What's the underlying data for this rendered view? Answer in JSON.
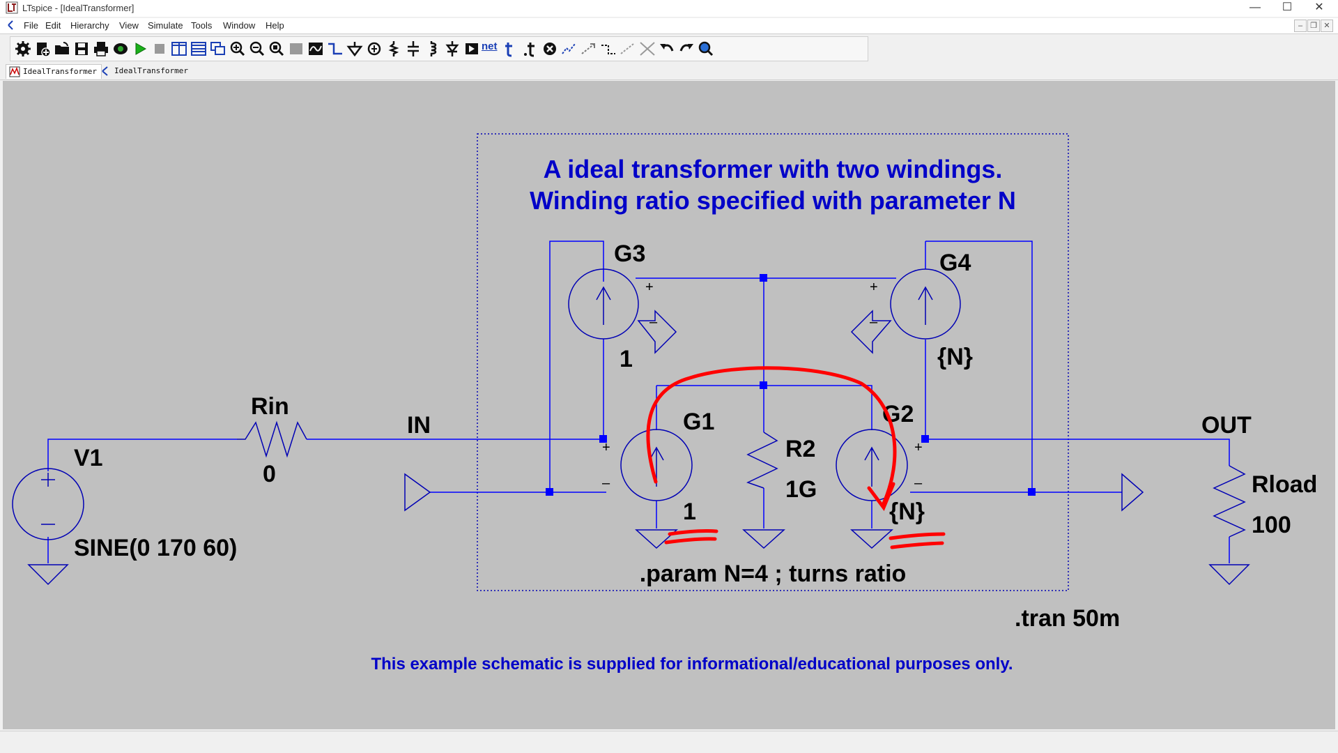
{
  "window": {
    "title": "LTspice - [IdealTransformer]",
    "minimize": "—",
    "maximize": "☐",
    "close": "✕"
  },
  "menu": {
    "items": [
      "File",
      "Edit",
      "Hierarchy",
      "View",
      "Simulate",
      "Tools",
      "Window",
      "Help"
    ],
    "mdi_minimize": "–",
    "mdi_restore": "❐",
    "mdi_close": "✕"
  },
  "toolbar": {
    "net_label": "net"
  },
  "tabs": [
    {
      "label": "IdealTransformer",
      "type": "waveform"
    },
    {
      "label": "IdealTransformer",
      "type": "schematic"
    }
  ],
  "schematic": {
    "title_line1": "A ideal transformer with two windings.",
    "title_line2": "Winding ratio specified with parameter N",
    "components": {
      "v1_name": "V1",
      "v1_value": "SINE(0 170 60)",
      "rin_name": "Rin",
      "rin_value": "0",
      "g1_name": "G1",
      "g1_value": "1",
      "g2_name": "G2",
      "g2_value": "{N}",
      "g3_name": "G3",
      "g3_value": "1",
      "g4_name": "G4",
      "g4_value": "{N}",
      "r2_name": "R2",
      "r2_value": "1G",
      "rload_name": "Rload",
      "rload_value": "100"
    },
    "net_labels": {
      "in": "IN",
      "out": "OUT"
    },
    "directives": {
      "param": ".param N=4 ; turns ratio",
      "tran": ".tran 50m"
    },
    "footer_note": "This example schematic is supplied for informational/educational purposes only.",
    "plus_sign": "+",
    "minus_sign": "–",
    "colors": {
      "background": "#c0c0c0",
      "wire": "#0000ff",
      "component": "#0000b4",
      "label": "#000000",
      "comment": "#0000c8",
      "annotation": "#ff0000"
    }
  }
}
